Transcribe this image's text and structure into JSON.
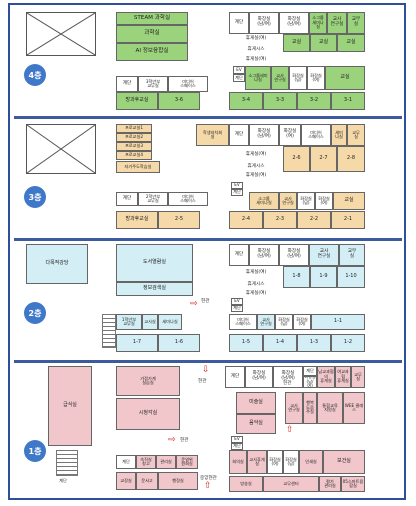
{
  "floors": [
    {
      "id": "4f",
      "label": "4층"
    },
    {
      "id": "3f",
      "label": "3층"
    },
    {
      "id": "2f",
      "label": "2층"
    },
    {
      "id": "1f",
      "label": "1층"
    }
  ],
  "common": {
    "stair": "계단",
    "toilet_male_female": "화장실\n(남/여)",
    "toilet_female": "화장실\n(여)",
    "toilet_male": "화장실\n(남)",
    "toilet_female_male": "화장실\n(여/남)",
    "restroom": "휴게실(여)",
    "lounge": "휴게실(여)",
    "resting": "휴게시스",
    "ev": "EV",
    "media": "미디어\n스페이스",
    "after_school": "방과후교실",
    "teachers": "교사\n연구실",
    "classroom": "교실",
    "entrance": "현관",
    "central_entrance": "중앙현관"
  },
  "f4": {
    "left_block": [
      "STEAM 과학실",
      "과학실",
      "AI 정보융합실"
    ],
    "top_row": [
      "계단",
      "화장실\n(남/여)",
      "화장실\n(남/여)",
      "소그룹\n세미나\n실",
      "교사\n연구실",
      "교무\n실"
    ],
    "right_rooms": [
      "교실",
      "교실",
      "교실"
    ],
    "lounge_label": "휴게실(여)",
    "rest_label": "휴게시스",
    "lower_mid": [
      "소그룹세미\n나실",
      "교사\n연구실",
      "화장실\n(남)",
      "화장실\n(여)",
      "교실"
    ],
    "left_lower": [
      "계단",
      "3학년부\n교무실",
      "미디어\n스페이스"
    ],
    "bottom_row": [
      "방과후교실",
      "3-6",
      "3-4",
      "3-3",
      "3-2",
      "3-1"
    ]
  },
  "f3": {
    "left_list": [
      "프로교실1",
      "프로교실2",
      "프로교실3",
      "프로교실4",
      "자기주도학습실"
    ],
    "top_row": [
      "학생자치회\n실",
      "계단",
      "화장실\n(남/여)",
      "화장실\n(여)",
      "미디어\n스페이스",
      "세미\n나실",
      "교무\n실"
    ],
    "right_rooms": [
      "2-6",
      "2-7",
      "2-8"
    ],
    "lounge_label": "휴게실(여)",
    "rest_label": "휴게시스",
    "lower_mid": [
      "소그룹\n세미나실",
      "교사\n연구실",
      "화장실\n(남)",
      "화장실\n(여)",
      "교실"
    ],
    "left_lower": [
      "계단",
      "2학년부\n교무실",
      "미디어\n스페이스"
    ],
    "bottom_row": [
      "방과후교실",
      "2-5",
      "2-4",
      "2-3",
      "2-2",
      "2-1"
    ]
  },
  "f2": {
    "left_hall": "다목적강당",
    "library": "도서열람실",
    "info": "정보검색실",
    "top_row": [
      "계단",
      "화장실\n(남/여)",
      "화장실\n(남/여)",
      "교사\n연구실",
      "교무\n실"
    ],
    "right_rooms": [
      "1-8",
      "1-9",
      "1-10"
    ],
    "lounge_label": "휴게실(여)",
    "rest_label": "휴게시스",
    "lower_mid": [
      "1학년부\n교무실",
      "교사실",
      "세미나실",
      "미디어\n스페이스",
      "교사\n연구실",
      "화장실\n(남)",
      "화장실\n(여)",
      "1-1"
    ],
    "stair_left": "계단",
    "bottom_row": [
      "1-7",
      "1-6",
      "1-5",
      "1-4",
      "1-3",
      "1-2"
    ],
    "entrance_note": "현관"
  },
  "f1": {
    "cafeteria": "급식실",
    "kitchen_room": "가정가계\n실습실",
    "audio_room": "시청각실",
    "top_row": [
      "계단",
      "화장실\n(남/여)",
      "화장실\n(남/여)",
      "계단",
      "화장실\n(남/여)",
      "남교과협의\n휴게실",
      "여교과협\n휴게실",
      "교무\n실"
    ],
    "art": "미술실",
    "music": "음악실",
    "small_rooms": [
      "교사\n연구실",
      "행복\n도움\n주실",
      "통합교육\n지원실",
      "WEE 클래스"
    ],
    "stair_left": "계단",
    "lower_row": [
      "계단",
      "숙직실\n창고",
      "관리실",
      "운영위\n원회실",
      "회의실",
      "교사휴게실",
      "화장실\n(여)",
      "화장실\n(남)",
      "인쇄실",
      "보건실"
    ],
    "bottom_row": [
      "교장실",
      "문서고",
      "행정실",
      "방송실",
      "교무센터",
      "평가\n관리실",
      "05스마트융합실"
    ],
    "entrance": "현관",
    "central_entrance": "중앙현관"
  }
}
